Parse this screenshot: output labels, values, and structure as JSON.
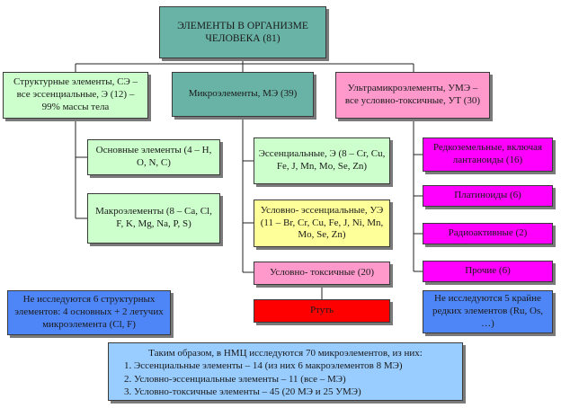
{
  "root": {
    "text": "ЭЛЕМЕНТЫ В ОРГАНИЗМЕ ЧЕЛОВЕКА (81)"
  },
  "categories": {
    "structural": "Структурные элементы, СЭ – все эссенциальные, Э (12) – 99% массы тела",
    "micro": "Микроэлементы, МЭ (39)",
    "ultra": "Ультрамикроэлементы, УМЭ – все условно-токсичные, УТ (30)"
  },
  "structural_children": [
    "Основные элементы (4 – H, O, N, C)",
    "Макроэлементы (8 – Ca, Cl, F, K, Mg, Na, P, S)"
  ],
  "micro_children": [
    "Эссенциальные, Э (8 – Cr, Cu, Fe, J, Mn, Mo, Se, Zn)",
    "Условно- эссенциальные, УЭ (11 – Br, Cr, Cu, Fe, J, Ni, Mn, Mo, Se, Zn)",
    "Условно- токсичные (20)",
    "Ртуть"
  ],
  "ultra_children": [
    "Редкоземельные, включая лантаноиды (16)",
    "Платиноиды (6)",
    "Радиоактивные (2)",
    "Прочие (6)"
  ],
  "notes": {
    "left": "Не исследуются 6 структурных элементов: 4 основных + 2 летучих микроэлемента (Cl, F)",
    "right": "Не исследуются 5 крайне редких элементов (Ru, Os, …)"
  },
  "summary": {
    "intro": "Таким образом, в НМЦ исследуются 70 микроэлементов, из них:",
    "items": [
      "Эссенциальные элементы – 14 (из них 6 макроэлементов 8 МЭ)",
      "Условно-эссенциальные элементы – 11 (все – МЭ)",
      "Условно-токсичные элементы – 45 (20 МЭ и 25 УМЭ)"
    ]
  },
  "colors": {
    "root": "#69b3a6",
    "structural": "#ccffcc",
    "micro": "#69b3a6",
    "ultra": "#ff99cc",
    "ultra_children": "#ff00ff",
    "cond_essential": "#ffff99",
    "cond_toxic": "#ff99cc",
    "mercury": "#ff0000",
    "note_left": "#4f86f7",
    "note_right": "#4f86f7",
    "summary": "#99ccff"
  }
}
